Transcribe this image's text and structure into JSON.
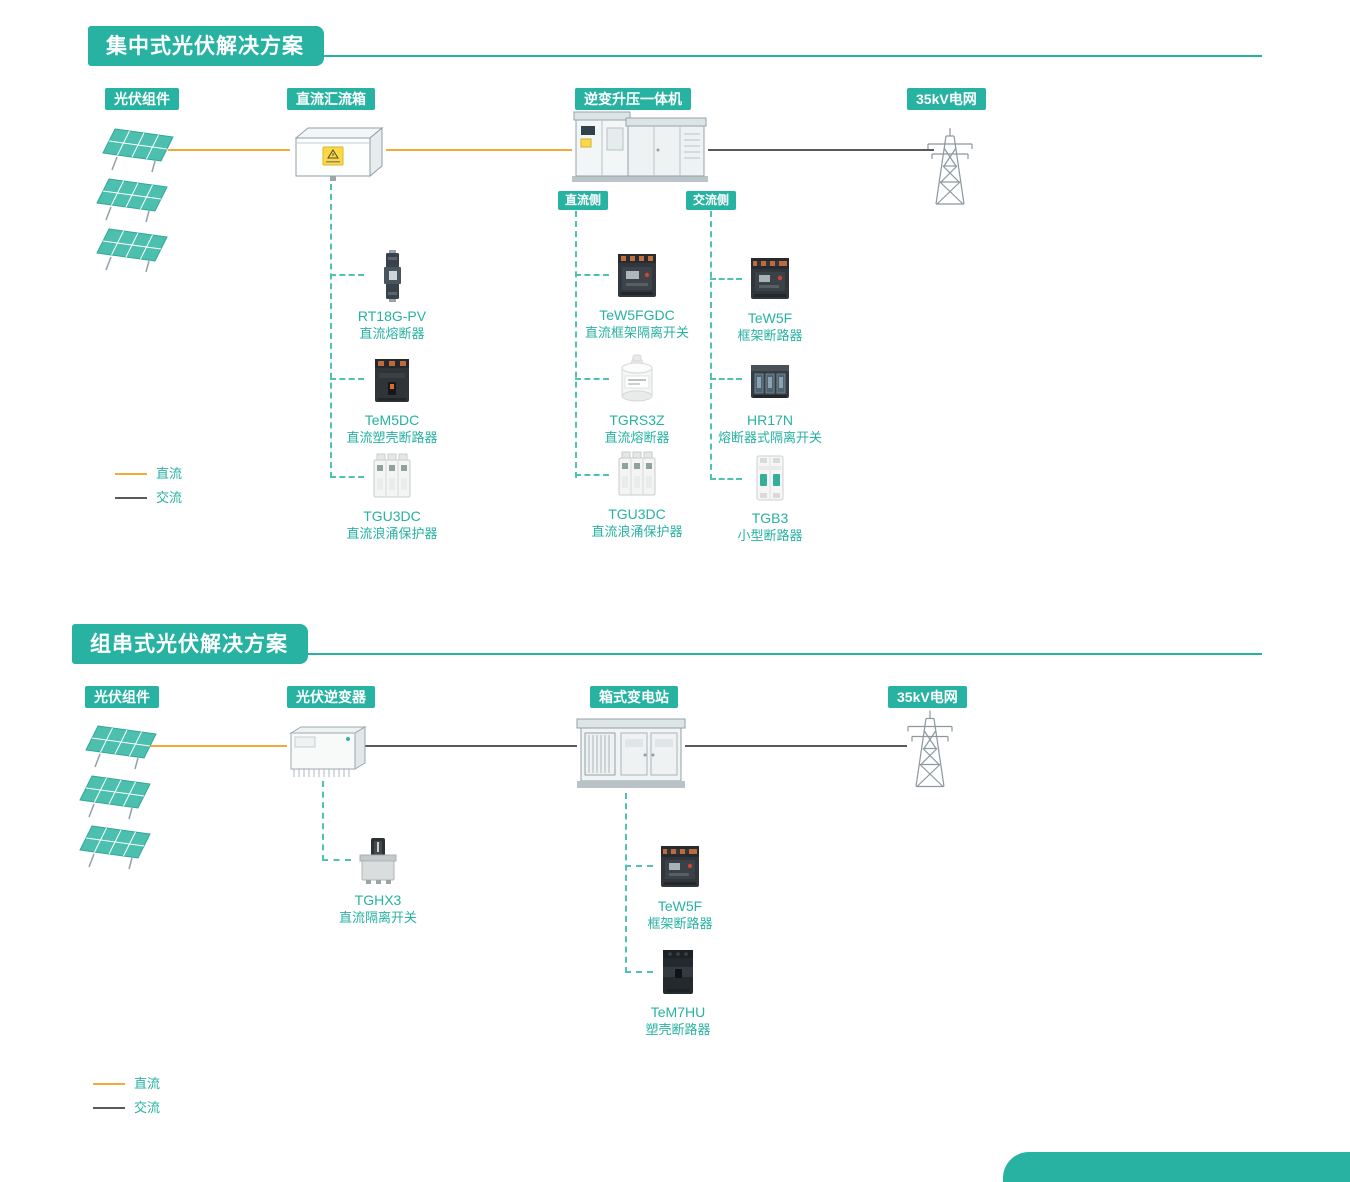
{
  "s1": {
    "title": "集中式光伏解决方案",
    "nodes": {
      "pv": "光伏组件",
      "combiner": "直流汇流箱",
      "inverter": "逆变升压一体机",
      "grid": "35kV电网"
    },
    "tags": {
      "dc": "直流侧",
      "ac": "交流侧"
    },
    "products": [
      {
        "name": "RT18G-PV",
        "desc": "直流熔断器"
      },
      {
        "name": "TeM5DC",
        "desc": "直流塑壳断路器"
      },
      {
        "name": "TGU3DC",
        "desc": "直流浪涌保护器"
      },
      {
        "name": "TeW5FGDC",
        "desc": "直流框架隔离开关"
      },
      {
        "name": "TGRS3Z",
        "desc": "直流熔断器"
      },
      {
        "name": "TGU3DC",
        "desc": "直流浪涌保护器"
      },
      {
        "name": "TeW5F",
        "desc": "框架断路器"
      },
      {
        "name": "HR17N",
        "desc": "熔断器式隔离开关"
      },
      {
        "name": "TGB3",
        "desc": "小型断路器"
      }
    ],
    "legend": [
      {
        "label": "直流",
        "color": "#F5A93B"
      },
      {
        "label": "交流",
        "color": "#5A5A5A"
      }
    ]
  },
  "s2": {
    "title": "组串式光伏解决方案",
    "nodes": {
      "pv": "光伏组件",
      "inverter": "光伏逆变器",
      "substation": "箱式变电站",
      "grid": "35kV电网"
    },
    "products": [
      {
        "name": "TGHX3",
        "desc": "直流隔离开关"
      },
      {
        "name": "TeW5F",
        "desc": "框架断路器"
      },
      {
        "name": "TeM7HU",
        "desc": "塑壳断路器"
      }
    ],
    "legend": [
      {
        "label": "直流",
        "color": "#F5A93B"
      },
      {
        "label": "交流",
        "color": "#5A5A5A"
      }
    ]
  },
  "colors": {
    "accent": "#27B2A2",
    "dc_line": "#F5A93B",
    "ac_line": "#5A5A5A"
  }
}
